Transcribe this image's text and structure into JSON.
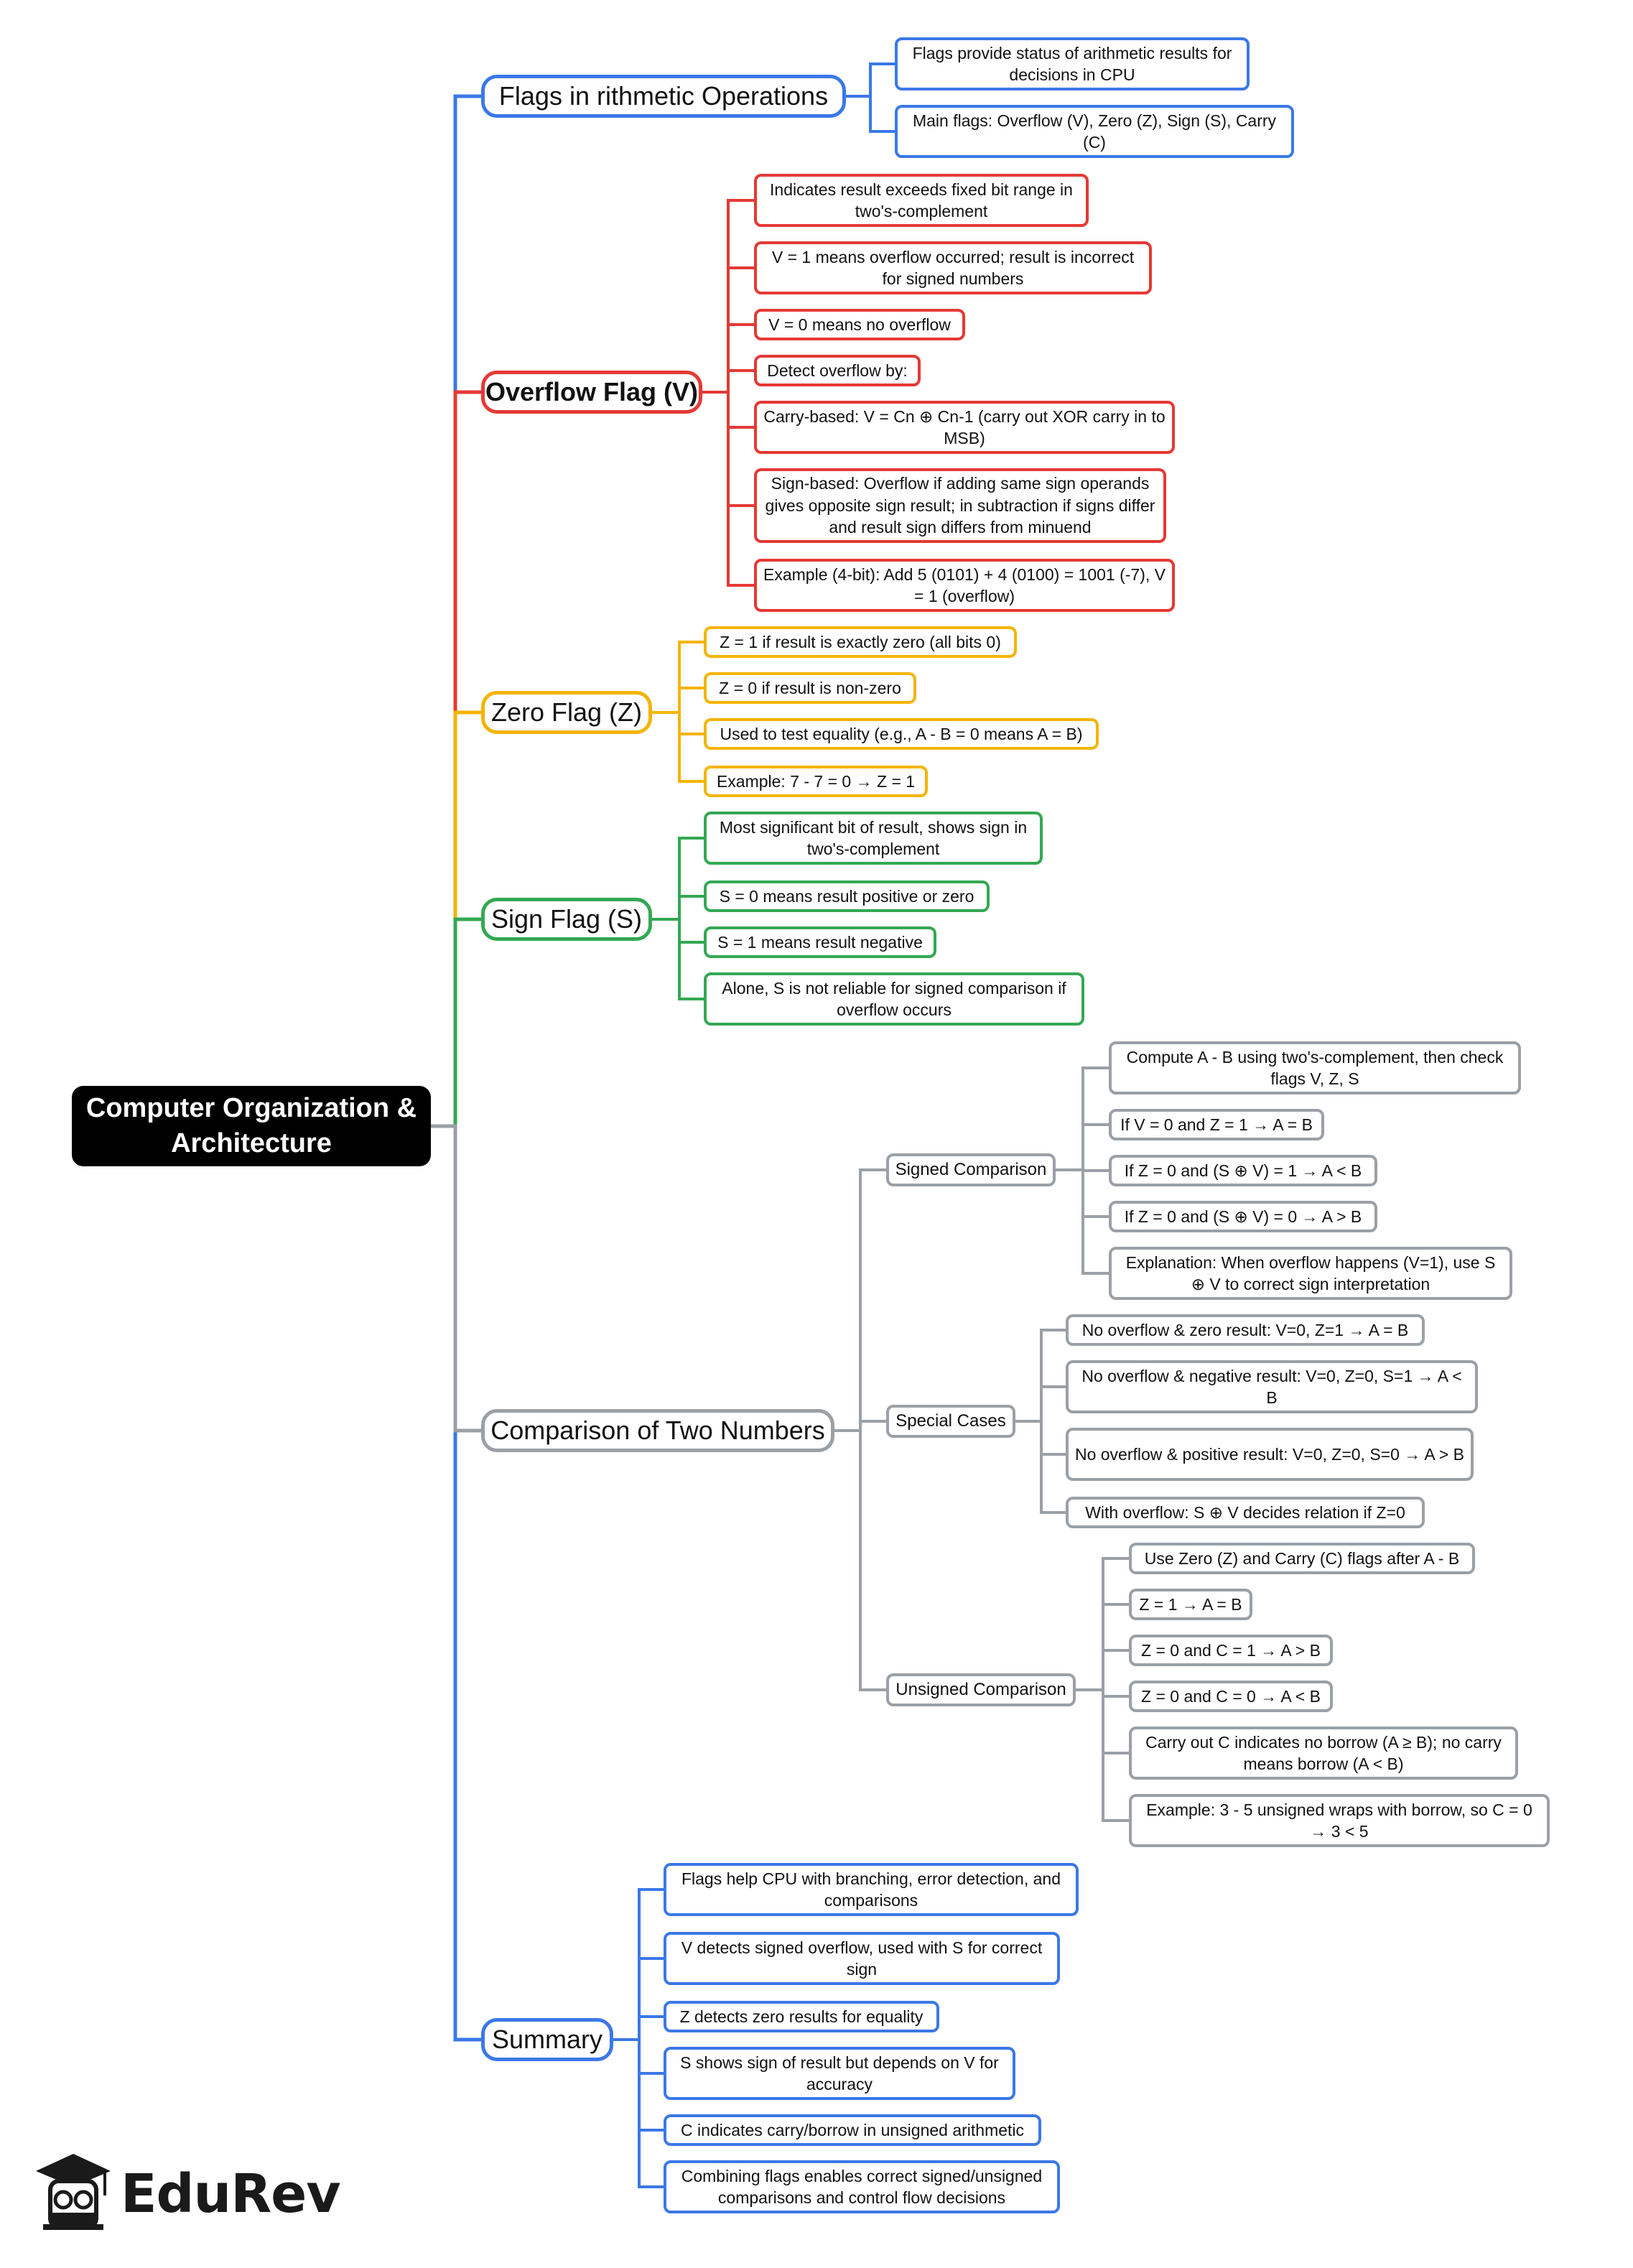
{
  "colors": {
    "blue": "#3b78e7",
    "red": "#e53935",
    "yellow": "#f4b400",
    "green": "#34a853",
    "gray": "#9aa0a6",
    "root_bg": "#000000"
  },
  "root": {
    "title": "Computer Organization & Architecture"
  },
  "branches": {
    "flags_in_arithmetic": {
      "label": "Flags in rithmetic Operations",
      "items": [
        "Flags provide status of arithmetic results for decisions in CPU",
        "Main flags: Overflow (V), Zero (Z), Sign (S), Carry (C)"
      ]
    },
    "overflow_flag": {
      "label": "Overflow Flag (V)",
      "items": [
        "Indicates result exceeds fixed bit range in two's-complement",
        "V = 1 means overflow occurred; result is incorrect for signed numbers",
        "V = 0 means no overflow",
        "Detect overflow by:",
        "Carry-based: V = Cn ⊕ Cn-1 (carry out XOR carry in to MSB)",
        "Sign-based: Overflow if adding same sign operands gives opposite sign result; in subtraction if signs differ and result sign differs from minuend",
        "Example (4-bit): Add 5 (0101) + 4 (0100) = 1001 (-7), V = 1 (overflow)"
      ]
    },
    "zero_flag": {
      "label": "Zero Flag (Z)",
      "items": [
        "Z = 1 if result is exactly zero (all bits 0)",
        "Z = 0 if result is non-zero",
        "Used to test equality (e.g., A - B = 0 means A = B)",
        "Example: 7 - 7 = 0 → Z = 1"
      ]
    },
    "sign_flag": {
      "label": "Sign Flag (S)",
      "items": [
        "Most significant bit of result, shows sign in two's-complement",
        "S = 0 means result positive or zero",
        "S = 1 means result negative",
        "Alone, S is not reliable for signed comparison if overflow occurs"
      ]
    },
    "comparison": {
      "label": "Comparison of Two Numbers",
      "signed": {
        "label": "Signed Comparison",
        "items": [
          "Compute A - B using two's-complement, then check flags V, Z, S",
          "If V = 0 and Z = 1 → A = B",
          "If Z = 0 and (S ⊕ V) = 1 → A < B",
          "If Z = 0 and (S ⊕ V) = 0 → A > B",
          "Explanation: When overflow happens (V=1), use S ⊕ V to correct sign interpretation"
        ]
      },
      "special": {
        "label": "Special Cases",
        "items": [
          "No overflow & zero result: V=0, Z=1 → A = B",
          "No overflow & negative result: V=0, Z=0, S=1 → A < B",
          "No overflow & positive result: V=0, Z=0, S=0 → A > B",
          "With overflow: S ⊕ V decides relation if Z=0"
        ]
      },
      "unsigned": {
        "label": "Unsigned Comparison",
        "items": [
          "Use Zero (Z) and Carry (C) flags after A - B",
          "Z = 1 → A = B",
          "Z = 0 and C = 1 → A > B",
          "Z = 0 and C = 0 → A < B",
          "Carry out C indicates no borrow (A ≥ B); no carry means borrow (A < B)",
          "Example: 3 - 5 unsigned wraps with borrow, so C = 0 → 3 < 5"
        ]
      }
    },
    "summary": {
      "label": "Summary",
      "items": [
        "Flags help CPU with branching, error detection, and comparisons",
        "V detects signed overflow, used with S for correct sign",
        "Z detects zero results for equality",
        "S shows sign of result but depends on V for accuracy",
        "C indicates carry/borrow in unsigned arithmetic",
        "Combining flags enables correct signed/unsigned comparisons and control flow decisions"
      ]
    }
  },
  "logo": {
    "text": "EduRev"
  }
}
